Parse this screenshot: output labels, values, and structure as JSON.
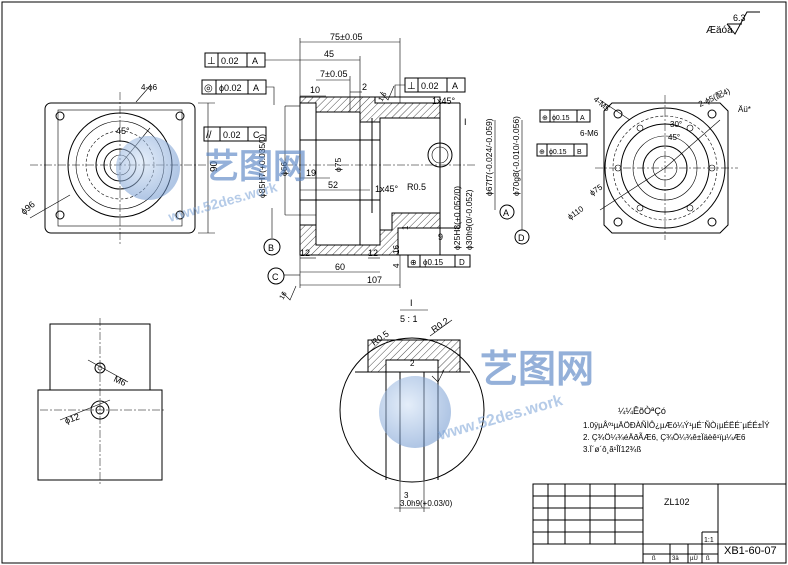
{
  "roughness_symbol": {
    "label": "Æäóà",
    "value": "6.3"
  },
  "gdt": {
    "perpendicularity_top": {
      "symbol": "⊥",
      "value": "0.02",
      "datum": "A"
    },
    "concentricity": {
      "symbol": "◎",
      "value": "ϕ0.02",
      "datum": "A"
    },
    "parallelism": {
      "symbol": "//",
      "value": "0.02",
      "datum": "C"
    },
    "perpendicularity_right": {
      "symbol": "⊥",
      "value": "0.02",
      "datum": "A"
    },
    "position_bottom": {
      "symbol": "⊕",
      "value": "ϕ0.15",
      "datum": "D"
    },
    "position_right_1": {
      "symbol": "⊕",
      "value": "ϕ0.15",
      "datum": "A"
    },
    "position_right_2": {
      "symbol": "⊕",
      "value": "ϕ0.15",
      "datum": "B"
    }
  },
  "section_view": {
    "dims": {
      "overall": "75±0.05",
      "d45": "45",
      "d7": "7±0.05",
      "d2": "2",
      "d10": "10",
      "chamfer_top": "1x45°",
      "d19": "19",
      "d52": "52",
      "chamfer_mid": "1x45°",
      "r05": "R0.5",
      "d12a": "12",
      "d12b": "12",
      "d60": "60",
      "d107": "107",
      "d16": "16",
      "d4": "4",
      "d9": "9",
      "d1": "1",
      "dia85": "ϕ85H7(+0.035/0)",
      "dia66": "ϕ66",
      "dia75": "ϕ75",
      "dia25": "ϕ25H8(+0.052/0)",
      "dia30": "ϕ30h9(0/-0.052)",
      "dia67": "ϕ67f7(-0.024/-0.059)",
      "dia70": "ϕ70g8(-0.010/-0.056)",
      "rough16a": "16",
      "rough16b": "1.6",
      "datum_b": "B",
      "datum_c": "C",
      "datum_a": "A",
      "datum_d": "D",
      "section_mark": "I"
    }
  },
  "left_view": {
    "dia96": "ϕ96",
    "d90": "90",
    "angle45": "45°",
    "holes_label": "4-ϕ6"
  },
  "right_view": {
    "holes_m5": "4-M5",
    "holes_m6": "6-M6",
    "holes_45": "2-ϕ5(配4)",
    "dia75": "ϕ75",
    "dia110": "ϕ110",
    "angle45": "45°",
    "angle30": "30°",
    "note": "Äü*"
  },
  "detail_view": {
    "title": "I",
    "scale": "5 : 1",
    "r02": "R0.2",
    "d2": "2",
    "r": "R0.5",
    "dim3": "3",
    "dim3h9": "3.0h9(+0.03/0)"
  },
  "small_view": {
    "m6": "M6",
    "dia12": "ϕ12"
  },
  "notes": {
    "title": "¼¼ÊõÒªÇó",
    "lines": [
      "1.0ÿµÅº¹µÄÖÐÀÑÌÔ¿µÆó¼Ý¹µÉ¨ÑÒ¡µÉËÉ¨µÉÉ±ÎÝ",
      "2. Ç¾Ö¼¾éÄðÃÆ6, Ç¾Ö¼¾ê±Ïäèê¹ïµ¼Æ6",
      "3.Ï´ø´ô¸ã¹ÎÏ12¾ß"
    ]
  },
  "title_block": {
    "material": "ZL102",
    "scale": "1:1",
    "drawing_no": "XB1-60-07",
    "cells": [
      "ß",
      "3ä",
      "µÚ",
      "ß",
      "",
      ""
    ]
  },
  "watermark": {
    "brand": "艺图网",
    "url": "www.52des.work"
  }
}
